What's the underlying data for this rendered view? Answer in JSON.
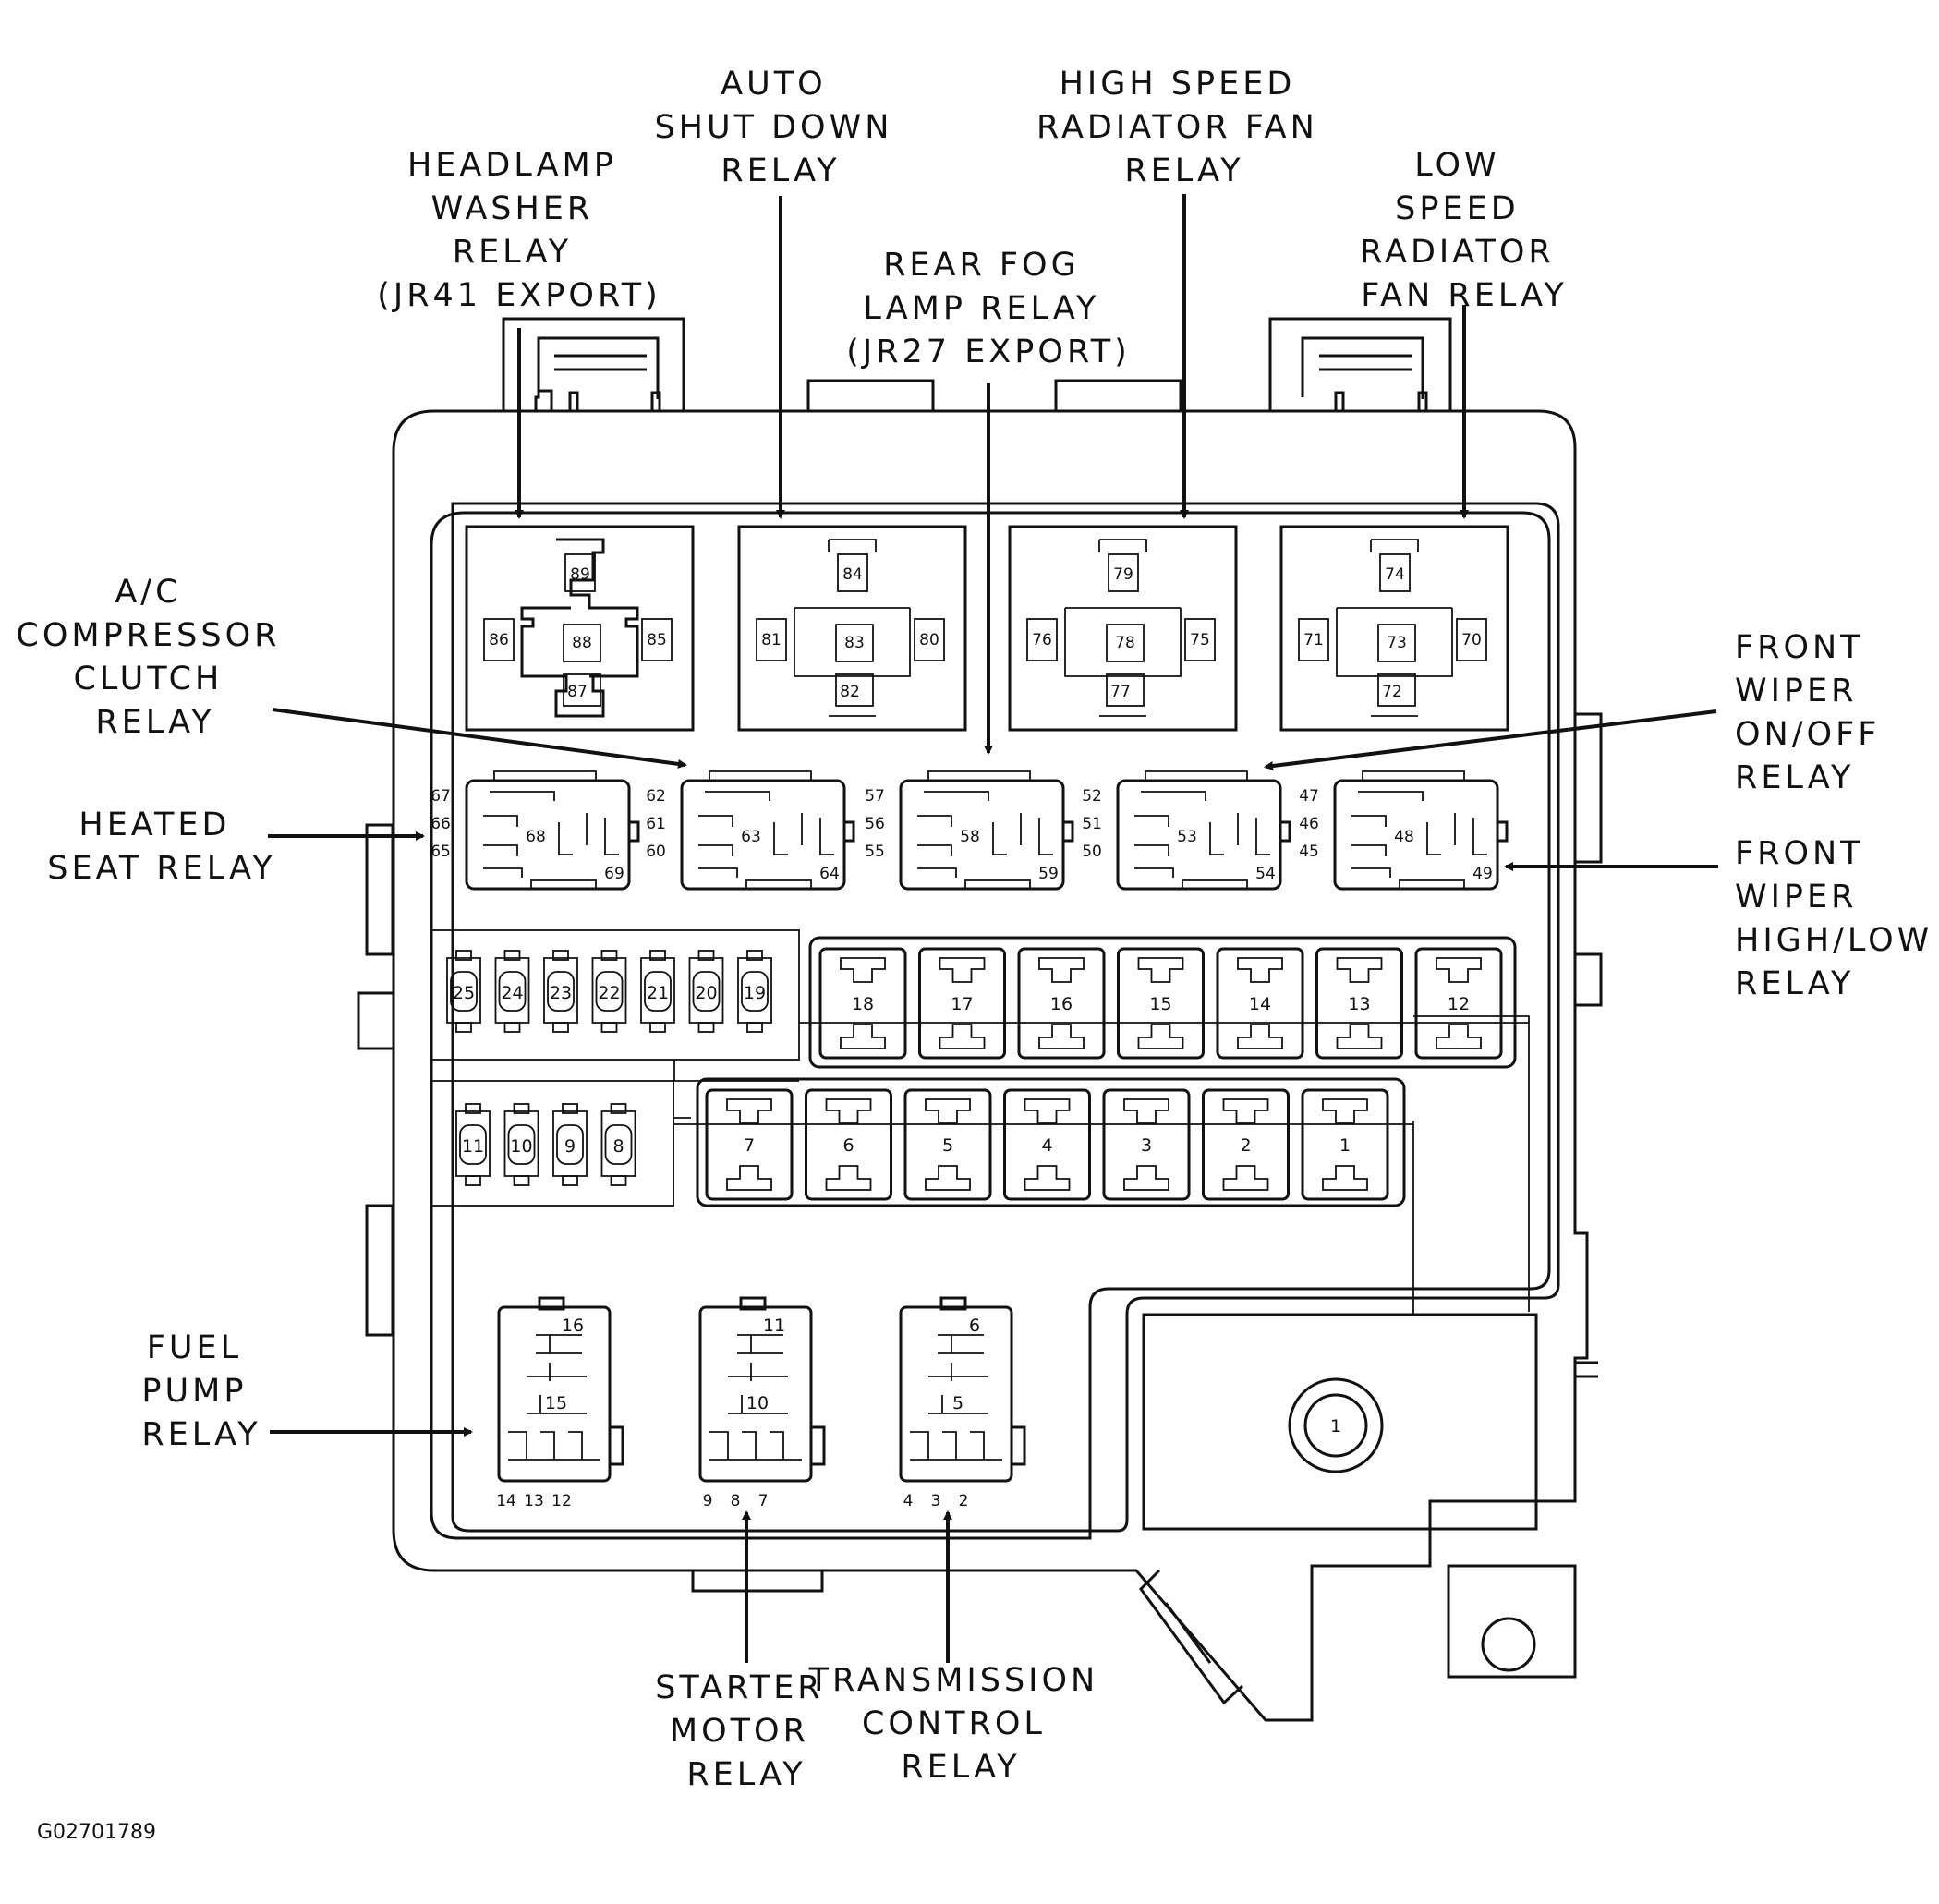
{
  "figure_id": "G02701789",
  "callouts": {
    "headlamp_washer": [
      "HEADLAMP",
      "WASHER",
      "RELAY",
      "(JR41 EXPORT)"
    ],
    "auto_shutdown": [
      "AUTO",
      "SHUT DOWN",
      "RELAY"
    ],
    "high_speed_fan": [
      "HIGH SPEED",
      "RADIATOR FAN",
      "RELAY"
    ],
    "low_speed_fan": [
      "LOW",
      "SPEED",
      "RADIATOR",
      "FAN RELAY"
    ],
    "rear_fog": [
      "REAR FOG",
      "LAMP RELAY",
      "(JR27 EXPORT)"
    ],
    "ac_clutch": [
      "A/C",
      "COMPRESSOR",
      "CLUTCH",
      "RELAY"
    ],
    "heated_seat": [
      "HEATED",
      "SEAT RELAY"
    ],
    "front_wiper_onoff": [
      "FRONT",
      "WIPER",
      "ON/OFF",
      "RELAY"
    ],
    "front_wiper_highlow": [
      "FRONT",
      "WIPER",
      "HIGH/LOW",
      "RELAY"
    ],
    "fuel_pump": [
      "FUEL",
      "PUMP",
      "RELAY"
    ],
    "starter_motor": [
      "STARTER",
      "MOTOR",
      "RELAY"
    ],
    "transmission_control": [
      "TRANSMISSION",
      "CONTROL",
      "RELAY"
    ]
  },
  "large_relays": [
    {
      "top": "89",
      "left": "86",
      "center": "88",
      "right": "85",
      "bottom": "87"
    },
    {
      "top": "84",
      "left": "81",
      "center": "83",
      "right": "80",
      "bottom": "82"
    },
    {
      "top": "79",
      "left": "76",
      "center": "78",
      "right": "75",
      "bottom": "77"
    },
    {
      "top": "74",
      "left": "71",
      "center": "73",
      "right": "70",
      "bottom": "72"
    }
  ],
  "mini_relays": [
    {
      "left": [
        "67",
        "66",
        "65"
      ],
      "center": "68",
      "corner": "69"
    },
    {
      "left": [
        "62",
        "61",
        "60"
      ],
      "center": "63",
      "corner": "64"
    },
    {
      "left": [
        "57",
        "56",
        "55"
      ],
      "center": "58",
      "corner": "59"
    },
    {
      "left": [
        "52",
        "51",
        "50"
      ],
      "center": "53",
      "corner": "54"
    },
    {
      "left": [
        "47",
        "46",
        "45"
      ],
      "center": "48",
      "corner": "49"
    }
  ],
  "mini_fuses_top": [
    "25",
    "24",
    "23",
    "22",
    "21",
    "20",
    "19"
  ],
  "mini_fuses_bottom": [
    "11",
    "10",
    "9",
    "8"
  ],
  "cartridge_fuses_top": [
    "18",
    "17",
    "16",
    "15",
    "14",
    "13",
    "12"
  ],
  "cartridge_fuses_bottom": [
    "7",
    "6",
    "5",
    "4",
    "3",
    "2",
    "1"
  ],
  "lower_relays": [
    {
      "top": "16",
      "center": "15",
      "bottom": [
        "14",
        "13",
        "12"
      ]
    },
    {
      "top": "11",
      "center": "10",
      "bottom": [
        "9",
        "8",
        "7"
      ]
    },
    {
      "top": "6",
      "center": "5",
      "bottom": [
        "4",
        "3",
        "2"
      ]
    }
  ],
  "stud_label": "1"
}
